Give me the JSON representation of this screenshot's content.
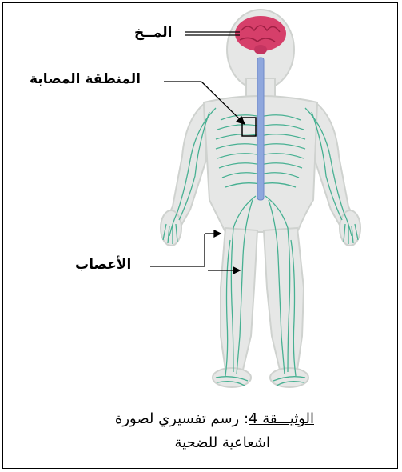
{
  "labels": {
    "brain": "المــخ",
    "affected_area": "المنطقة المصابة",
    "nerves": "الأعصاب"
  },
  "caption": {
    "title": "الوثيـــقة 4",
    "line1_rest": ": رسم تفسيري لصورة",
    "line2": "اشعاعية للضحية"
  }
}
